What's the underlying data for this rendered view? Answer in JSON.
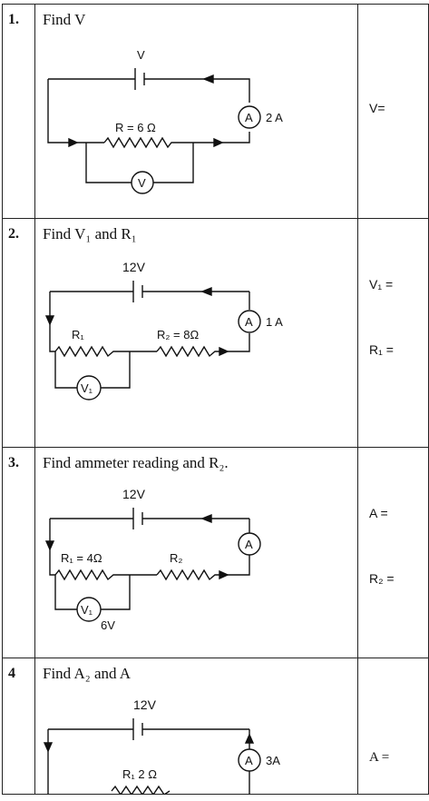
{
  "questions": [
    {
      "number": "1.",
      "prompt": "Find V",
      "circuit": {
        "battery": "V",
        "resistor": "R = 6 Ω",
        "ammeter": "A",
        "ammeter_reading": "2 A",
        "voltmeter": "V"
      },
      "answers": [
        "V="
      ]
    },
    {
      "number": "2.",
      "prompt": "Find V₁ and R₁",
      "circuit": {
        "battery": "12V",
        "r1": "R₁",
        "r2": "R₂ = 8Ω",
        "ammeter": "A",
        "ammeter_reading": "1 A",
        "voltmeter": "V₁"
      },
      "answers": [
        "V₁  =",
        "R₁  ="
      ]
    },
    {
      "number": "3.",
      "prompt": "Find ammeter reading and R₂.",
      "circuit": {
        "battery": "12V",
        "r1": "R₁ = 4Ω",
        "r2": "R₂",
        "ammeter": "A",
        "voltmeter": "V₁",
        "voltmeter_reading": "6V"
      },
      "answers": [
        "A =",
        "R₂  ="
      ]
    },
    {
      "number": "4",
      "prompt": "Find A₂ and A",
      "circuit": {
        "battery": "12V",
        "r1": "R₁  2 Ω",
        "ammeter": "A",
        "ammeter_reading": "3A"
      },
      "answers": [
        "A ="
      ]
    }
  ]
}
